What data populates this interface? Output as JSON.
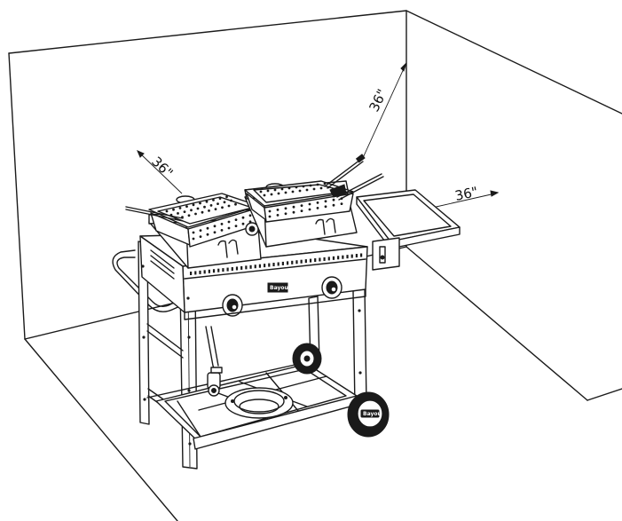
{
  "dimensions": {
    "left_clearance": "36\"",
    "back_clearance": "36\"",
    "right_clearance": "36\""
  },
  "product_badges": {
    "front_panel": "Bayou",
    "wheel_hub": "Bayou"
  }
}
